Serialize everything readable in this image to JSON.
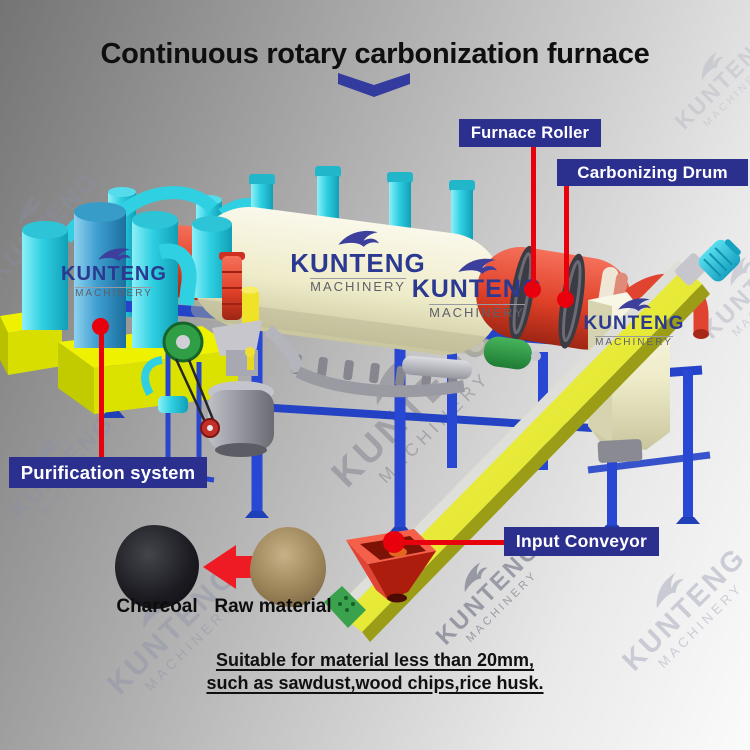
{
  "page": {
    "title": "Continuous rotary carbonization furnace"
  },
  "callouts": {
    "furnace_roller": {
      "label": "Furnace Roller"
    },
    "carbonizing_drum": {
      "label": "Carbonizing Drum"
    },
    "purification_system": {
      "label": "Purification system"
    },
    "input_conveyor": {
      "label": "Input Conveyor"
    }
  },
  "samples": {
    "charcoal": {
      "label": "Charcoal"
    },
    "raw_material": {
      "label": "Raw material"
    }
  },
  "footnote": {
    "line1": "Suitable for material less than 20mm,",
    "line2": "such as sawdust,wood chips,rice husk."
  },
  "brand": {
    "name": "KUNTENG",
    "sub": "MACHINERY"
  },
  "colors": {
    "label_bg": "#2b2f8e",
    "callout_red": "#e8000d",
    "title_accent": "#333b9e"
  }
}
